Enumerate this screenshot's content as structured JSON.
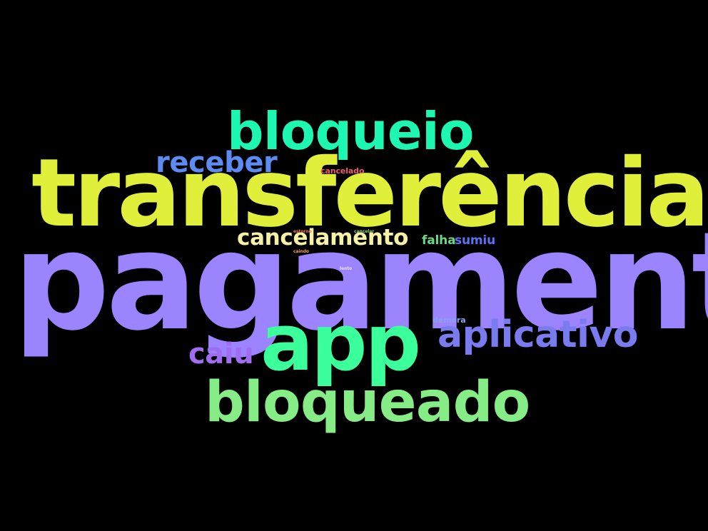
{
  "background": "#000000",
  "words": {
    "pagamento": {
      "text": "pagamento",
      "color": "#9c83ff"
    },
    "transferencia": {
      "text": "transferência",
      "color": "#e0ef3a"
    },
    "app": {
      "text": "app",
      "color": "#3bff9a"
    },
    "bloqueio": {
      "text": "bloqueio",
      "color": "#1df7b2"
    },
    "bloqueado": {
      "text": "bloqueado",
      "color": "#86ec86"
    },
    "aplicativo": {
      "text": "aplicativo",
      "color": "#7b7bf0"
    },
    "receber": {
      "text": "receber",
      "color": "#5c8cf3"
    },
    "caiu": {
      "text": "caiu",
      "color": "#a06cf0"
    },
    "cancelamento": {
      "text": "cancelamento",
      "color": "#f7f2a6"
    },
    "falha": {
      "text": "falha",
      "color": "#6cd883"
    },
    "sumiu": {
      "text": "sumiu",
      "color": "#5a73f2"
    },
    "cancelado": {
      "text": "cancelado",
      "color": "#f05a6e"
    },
    "demora": {
      "text": "demora",
      "color": "#8aa2f2"
    },
    "estorno": {
      "text": "estorno",
      "color": "#f07a5a"
    },
    "cancelar": {
      "text": "cancelar",
      "color": "#9ad07a"
    },
    "caindo": {
      "text": "caindo",
      "color": "#f0a05a"
    },
    "lento": {
      "text": "lento",
      "color": "#e6e6e6"
    }
  }
}
